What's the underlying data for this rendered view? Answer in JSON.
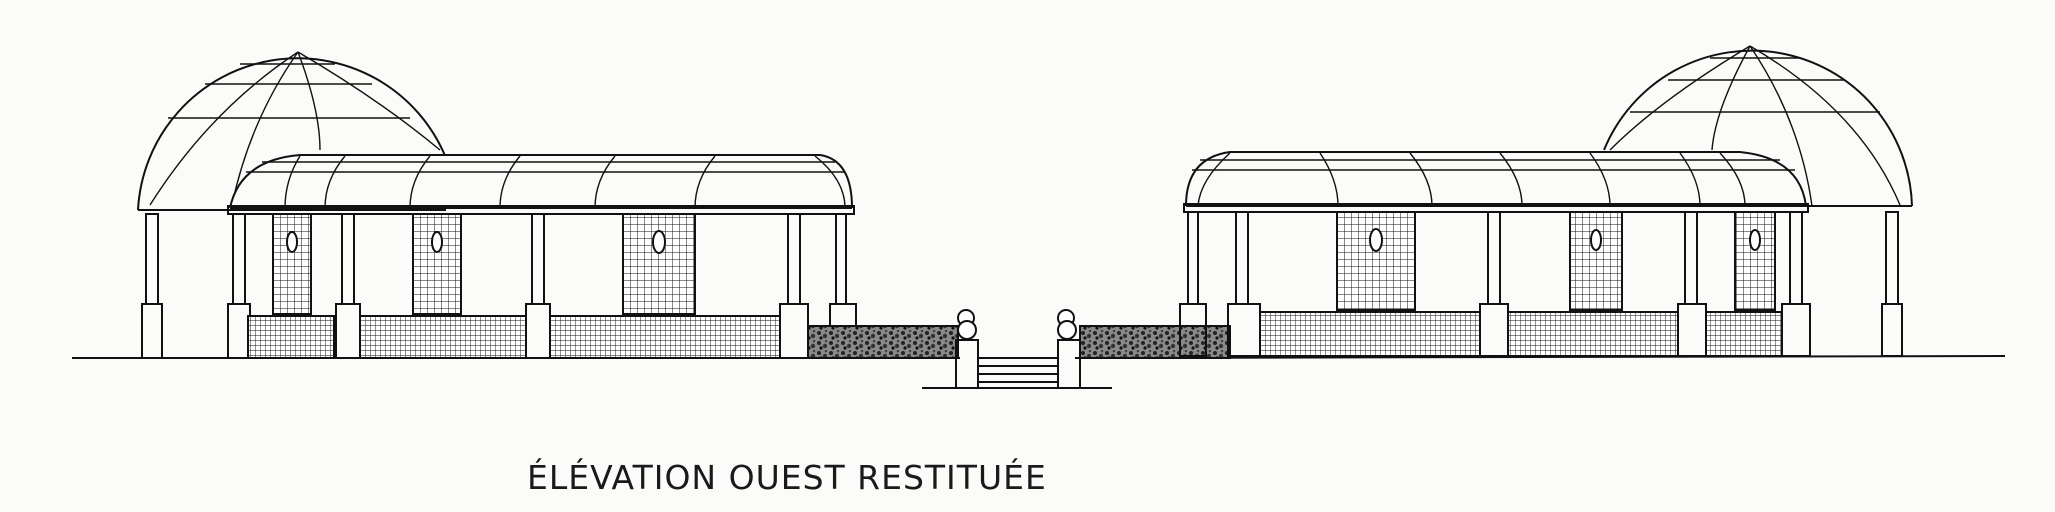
{
  "caption": "ÉLÉVATION OUEST RESTITUÉE",
  "colors": {
    "ink": "#111111",
    "paper": "#fbfbf9"
  },
  "drawing": {
    "subject": "west elevation of twin trellis pavilions with domes",
    "pavilions": [
      {
        "id": "left",
        "dome": "left",
        "trellis_panels": 3
      },
      {
        "id": "right",
        "dome": "right",
        "trellis_panels": 3
      }
    ],
    "central_stair": {
      "steps": 4,
      "finials": 2
    }
  }
}
